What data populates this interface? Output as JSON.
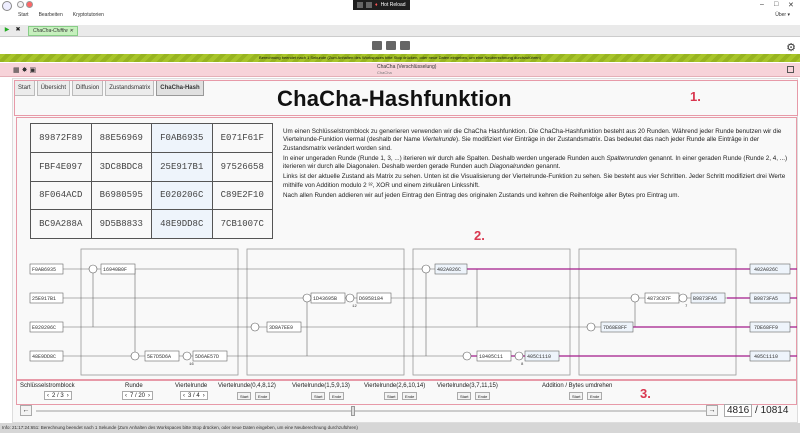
{
  "window": {
    "doc_title": "ChaCha (Verschlüsselung)",
    "hot_reload": "Hot Reload",
    "user": "Über"
  },
  "menu": [
    "Start",
    "Bearbeiten",
    "Kryptotutorien"
  ],
  "tab": {
    "label": "ChaCha-Chiffre"
  },
  "banner": "Berechnung beendet nach 1 Sekunde (Zum Anhalten des Workspaces bitte Stop drücken, oder neue Daten eingeben, um eine Neuberechnung durchzuführen)",
  "plugin": {
    "name": "ChaCha (Verschlüsselung)",
    "sub": "ChaCha"
  },
  "nav_tabs": [
    "Start",
    "Übersicht",
    "Diffusion",
    "Zustandsmatrix",
    "ChaCha-Hash"
  ],
  "active_nav": 4,
  "title": "ChaCha-Hashfunktion",
  "annotations": [
    "1.",
    "2.",
    "3."
  ],
  "matrix": [
    [
      "89872F89",
      "88E56969",
      "F0AB6935",
      "E071F61F"
    ],
    [
      "FBF4E097",
      "3DC8BDC8",
      "25E917B1",
      "97526658"
    ],
    [
      "8F064ACD",
      "B6980595",
      "E020206C",
      "C89E2F10"
    ],
    [
      "BC9A288A",
      "9D5B8833",
      "48E9DD8C",
      "7CB1007C"
    ]
  ],
  "description": {
    "p1_a": "Um einen Schlüsselstromblock zu generieren verwenden wir die ChaCha Hashfunktion. Die ChaCha-Hashfunktion besteht aus 20 Runden. Während jeder Runde benutzen wir die Viertelrunde-Funktion viermal (deshalb der Name ",
    "p1_i": "Viertelrunde",
    "p1_b": "). Sie modifiziert vier Einträge in der Zustandsmatrix. Das bedeutet das nach jeder Runde alle Einträge in der Zustandsmatrix verändert worden sind.",
    "p2_a": "In einer ungeraden Runde (Runde 1, 3, ...) iterieren wir durch alle Spalten. Deshalb werden ungerade Runden auch ",
    "p2_i": "Spaltenrunden",
    "p2_b": " genannt. In einer geraden Runde (Runde 2, 4, ...) iterieren wir durch alle Diagonalen. Deshalb werden gerade Runden auch ",
    "p2_i2": "Diagonalrunden",
    "p2_c": " genannt.",
    "p3": "Links ist der aktuelle Zustand als Matrix zu sehen. Unten ist die Visualisierung der Viertelrunde-Funktion zu sehen. Sie besteht aus vier Schritten. Jeder Schritt modifiziert drei Werte mithilfe von Addition modulo 2 ³², XOR und einem zirkulären Linksshift.",
    "p4": "Nach allen Runden addieren wir auf jeden Eintrag den Eintrag des originalen Zustands und kehren die Reihenfolge aller Bytes pro Eintrag um."
  },
  "diagram": {
    "inputs": [
      "F0AB6935",
      "25E917B1",
      "E020206C",
      "48E9DD8C"
    ],
    "step1": [
      "16940B0F",
      "5E7D5D6A",
      "5D6AE57D"
    ],
    "step2": [
      "3D8A7EE9",
      "1D43695B",
      "D6958184"
    ],
    "step3": [
      "402A026C",
      "10405C11",
      "405C1110"
    ],
    "step4": [
      "7D68E8FF",
      "4873C87F",
      "B9873FA5"
    ],
    "outputs": [
      "402A026C",
      "B9873FA5",
      "7DE68FF9",
      "405C1110"
    ],
    "rot": [
      "16",
      "12",
      "8",
      "7"
    ]
  },
  "controls": {
    "labels": [
      "Schlüsselstromblock",
      "Runde",
      "Viertelrunde",
      "Viertelrunde(0,4,8,12)",
      "Viertelrunde(1,5,9,13)",
      "Viertelrunde(2,6,10,14)",
      "Viertelrunde(3,7,11,15)",
      "Addition / Bytes umdrehen"
    ],
    "keystream": "2 / 3",
    "round": "7 / 20",
    "qr": "3 / 4",
    "start": "Start",
    "end": "Ende",
    "counter_value": "4816",
    "counter_total": "/ 10814"
  },
  "status": "Info: 21:17:24:651: Berechnung beendet nach 1 Sekunde (Zum Anhalten des Workspaces bitte Stop drücken, oder neue Daten eingeben, um eine Neuberechnung durchzuführen)",
  "colors": {
    "accent_line": "#a31c8c",
    "banner": "#a8c52a",
    "plugin_bar": "#f7d3d9",
    "annotation": "#d9364f"
  }
}
